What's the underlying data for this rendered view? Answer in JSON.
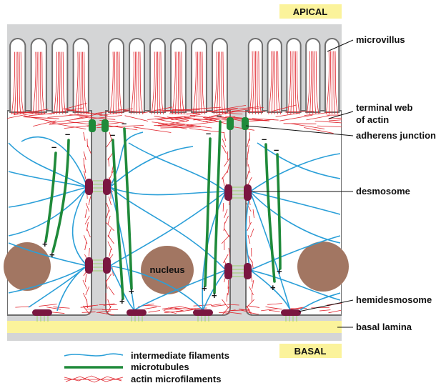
{
  "tags": {
    "apical": "APICAL",
    "basal": "BASAL"
  },
  "labels": {
    "microvillus": "microvillus",
    "terminal_web_1": "terminal web",
    "terminal_web_2": "of actin",
    "adherens": "adherens junction",
    "desmosome": "desmosome",
    "hemidesmosome": "hemidesmosome",
    "basal_lamina": "basal lamina",
    "nucleus": "nucleus"
  },
  "legend": {
    "intermediate": "intermediate filaments",
    "microtubules": "microtubules",
    "actin": "actin microfilaments"
  },
  "colors": {
    "cell_fill": "#ffffff",
    "membrane": "#d4d5d6",
    "membrane_edge": "#6e6e6e",
    "lamina": "#fbf39b",
    "tag_bg": "#fbf39b",
    "nucleus": "#a27662",
    "junction": "#7a1640",
    "microtubule": "#1f8a3a",
    "intermediate": "#2a9fd8",
    "actin": "#e0262e"
  }
}
